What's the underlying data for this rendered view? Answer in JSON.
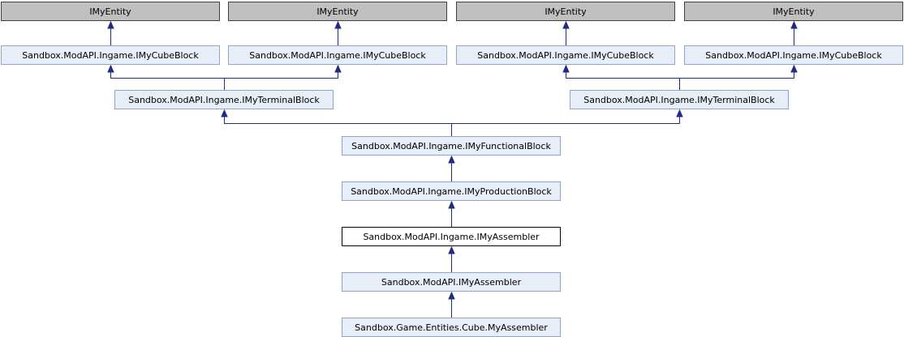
{
  "nodes": [
    {
      "id": "e1",
      "label": "IMyEntity",
      "style": "grey"
    },
    {
      "id": "e2",
      "label": "IMyEntity",
      "style": "grey"
    },
    {
      "id": "e3",
      "label": "IMyEntity",
      "style": "grey"
    },
    {
      "id": "e4",
      "label": "IMyEntity",
      "style": "grey"
    },
    {
      "id": "c1",
      "label": "Sandbox.ModAPI.Ingame.IMyCubeBlock",
      "style": "blue"
    },
    {
      "id": "c2",
      "label": "Sandbox.ModAPI.Ingame.IMyCubeBlock",
      "style": "blue"
    },
    {
      "id": "c3",
      "label": "Sandbox.ModAPI.Ingame.IMyCubeBlock",
      "style": "blue"
    },
    {
      "id": "c4",
      "label": "Sandbox.ModAPI.Ingame.IMyCubeBlock",
      "style": "blue"
    },
    {
      "id": "t1",
      "label": "Sandbox.ModAPI.Ingame.IMyTerminalBlock",
      "style": "blue"
    },
    {
      "id": "t2",
      "label": "Sandbox.ModAPI.Ingame.IMyTerminalBlock",
      "style": "blue"
    },
    {
      "id": "f1",
      "label": "Sandbox.ModAPI.Ingame.IMyFunctionalBlock",
      "style": "blue"
    },
    {
      "id": "p1",
      "label": "Sandbox.ModAPI.Ingame.IMyProductionBlock",
      "style": "blue"
    },
    {
      "id": "a1",
      "label": "Sandbox.ModAPI.Ingame.IMyAssembler",
      "style": "focus"
    },
    {
      "id": "a2",
      "label": "Sandbox.ModAPI.IMyAssembler",
      "style": "blue"
    },
    {
      "id": "m1",
      "label": "Sandbox.Game.Entities.Cube.MyAssembler",
      "style": "blue"
    }
  ],
  "edges": [
    {
      "from": "c1",
      "to": "e1"
    },
    {
      "from": "c2",
      "to": "e2"
    },
    {
      "from": "c3",
      "to": "e3"
    },
    {
      "from": "c4",
      "to": "e4"
    },
    {
      "from": "t1",
      "to": "c1"
    },
    {
      "from": "t1",
      "to": "c2"
    },
    {
      "from": "t2",
      "to": "c3"
    },
    {
      "from": "t2",
      "to": "c4"
    },
    {
      "from": "f1",
      "to": "t1"
    },
    {
      "from": "f1",
      "to": "t2"
    },
    {
      "from": "p1",
      "to": "f1"
    },
    {
      "from": "a1",
      "to": "p1"
    },
    {
      "from": "a2",
      "to": "a1"
    },
    {
      "from": "m1",
      "to": "a2"
    }
  ]
}
